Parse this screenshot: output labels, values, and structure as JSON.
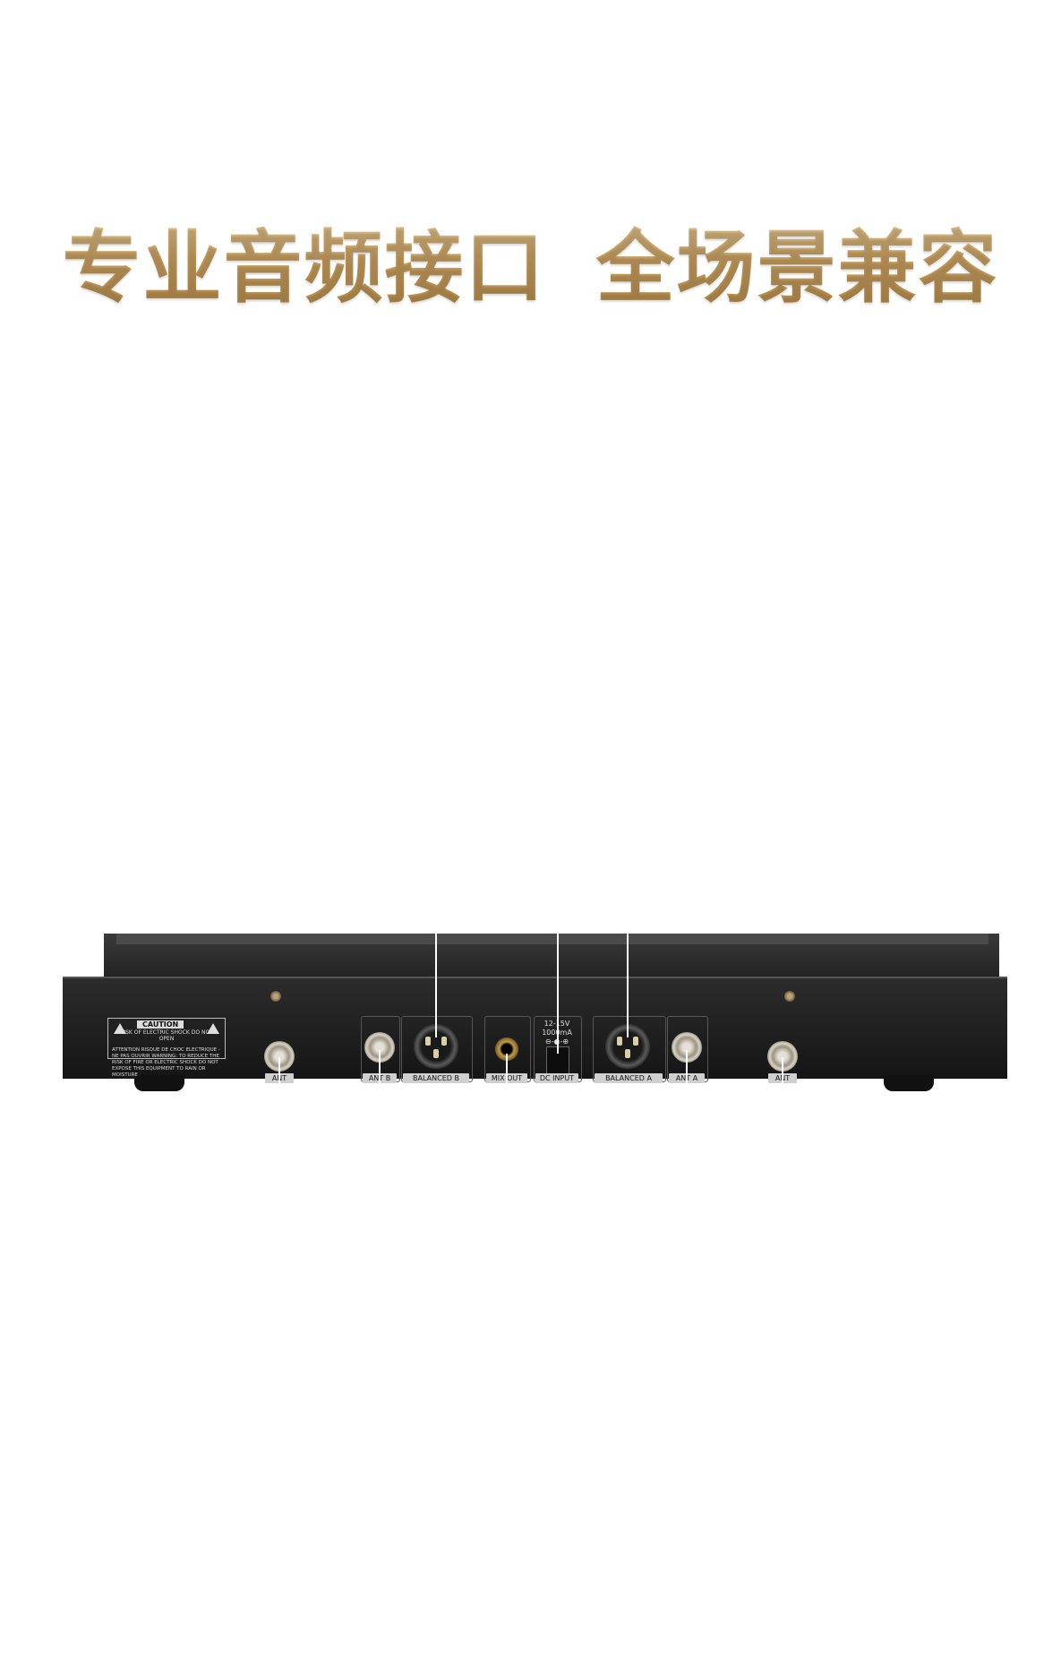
{
  "headline": {
    "left": "专业音频接口",
    "right": "全场景兼容"
  },
  "device": {
    "caution": {
      "title": "CAUTION",
      "line1": "RISK OF ELECTRIC SHOCK DO NOT OPEN",
      "line2": "ATTENTION RISQUE DE CHOC ELECTRIQUE - NE PAS OUVRIR WARNING: TO REDUCE THE RISK OF FIRE OR ELECTRIC SHOCK DO NOT EXPOSE THIS EQUIPMENT TO RAIN OR MOISTURE"
    },
    "labels": {
      "ant_left": "ANT",
      "ant_b": "ANT B",
      "balanced_b": "BALANCED B",
      "mix_out": "MIX OUT",
      "dc_input": "DC INPUT",
      "dc_spec": "12-15V",
      "dc_current": "1000mA",
      "dc_polarity": "⊖-◐-⊕",
      "balanced_a": "BALANCED A",
      "ant_a": "ANT A",
      "ant_right": "ANT"
    }
  }
}
